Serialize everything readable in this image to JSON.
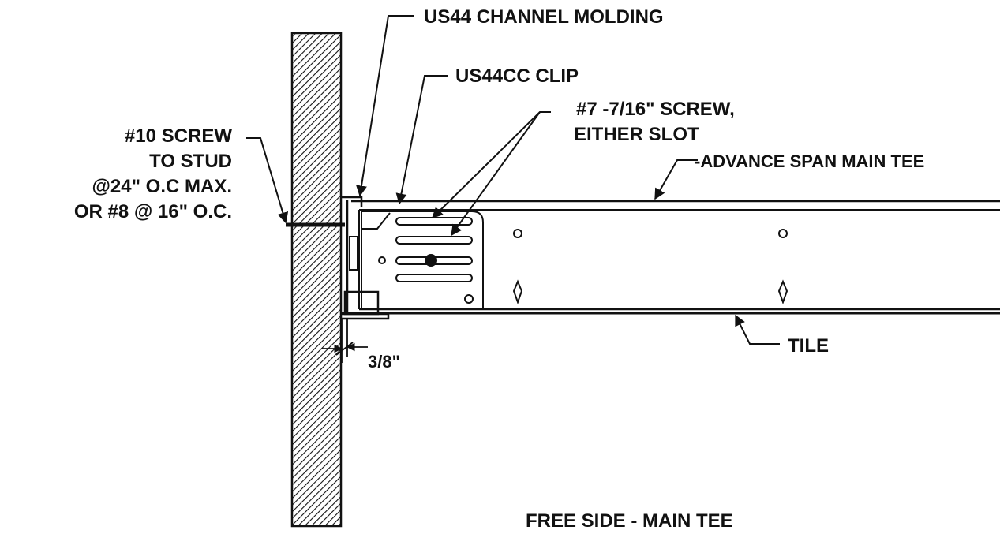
{
  "labels": {
    "channel_molding": "US44 CHANNEL MOLDING",
    "clip": "US44CC CLIP",
    "screw7_line1": "#7 -7/16\" SCREW,",
    "screw7_line2": "EITHER SLOT",
    "main_tee": "-ADVANCE SPAN  MAIN TEE",
    "screw10_line1": "#10 SCREW",
    "screw10_line2": "TO STUD",
    "screw10_line3": "@24\" O.C MAX.",
    "screw10_line4": "OR #8 @ 16\" O.C.",
    "tile": "TILE",
    "dimension": "3/8\"",
    "caption": "FREE SIDE - MAIN TEE"
  },
  "colors": {
    "ink": "#111111",
    "paper": "#ffffff"
  }
}
